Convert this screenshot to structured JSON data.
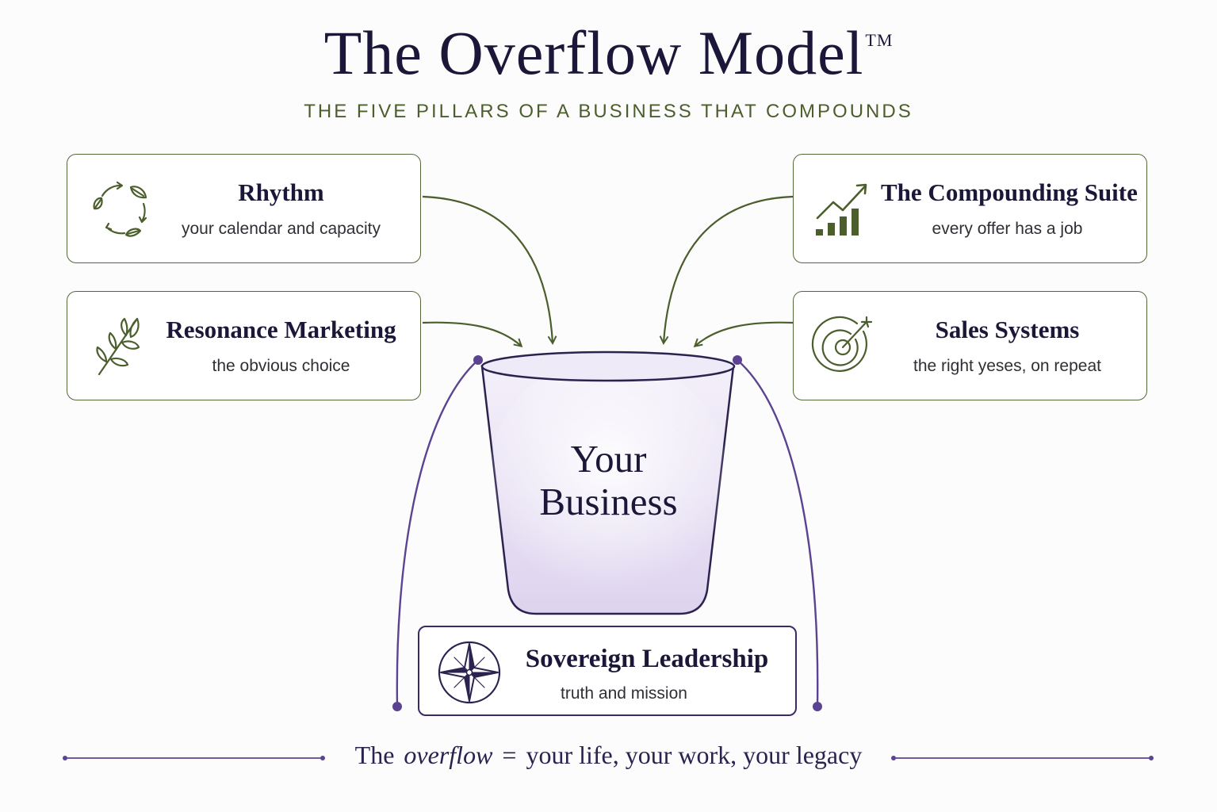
{
  "header": {
    "title": "The Overflow Model",
    "trademark": "TM",
    "subtitle": "THE FIVE PILLARS OF A BUSINESS THAT COMPOUNDS"
  },
  "pillars": {
    "rhythm": {
      "title": "Rhythm",
      "subtitle": "your calendar and capacity",
      "icon": "leaf-cycle-icon"
    },
    "resonance": {
      "title": "Resonance Marketing",
      "subtitle": "the obvious choice",
      "icon": "sprig-icon"
    },
    "compounding": {
      "title": "The Compounding Suite",
      "subtitle": "every offer has a job",
      "icon": "growth-chart-icon"
    },
    "sales": {
      "title": "Sales Systems",
      "subtitle": "the right yeses, on repeat",
      "icon": "target-icon"
    },
    "leadership": {
      "title": "Sovereign Leadership",
      "subtitle": "truth and mission",
      "icon": "compass-star-icon"
    }
  },
  "center": {
    "line1": "Your",
    "line2": "Business"
  },
  "footer": {
    "prefix": "The",
    "emphasis": "overflow",
    "equals": "=",
    "suffix": "your life, your work, your legacy"
  },
  "colors": {
    "green": "#4b5e2c",
    "navy": "#1b1738",
    "purple": "#5b4391",
    "bucket_fill": "#e6def2"
  }
}
